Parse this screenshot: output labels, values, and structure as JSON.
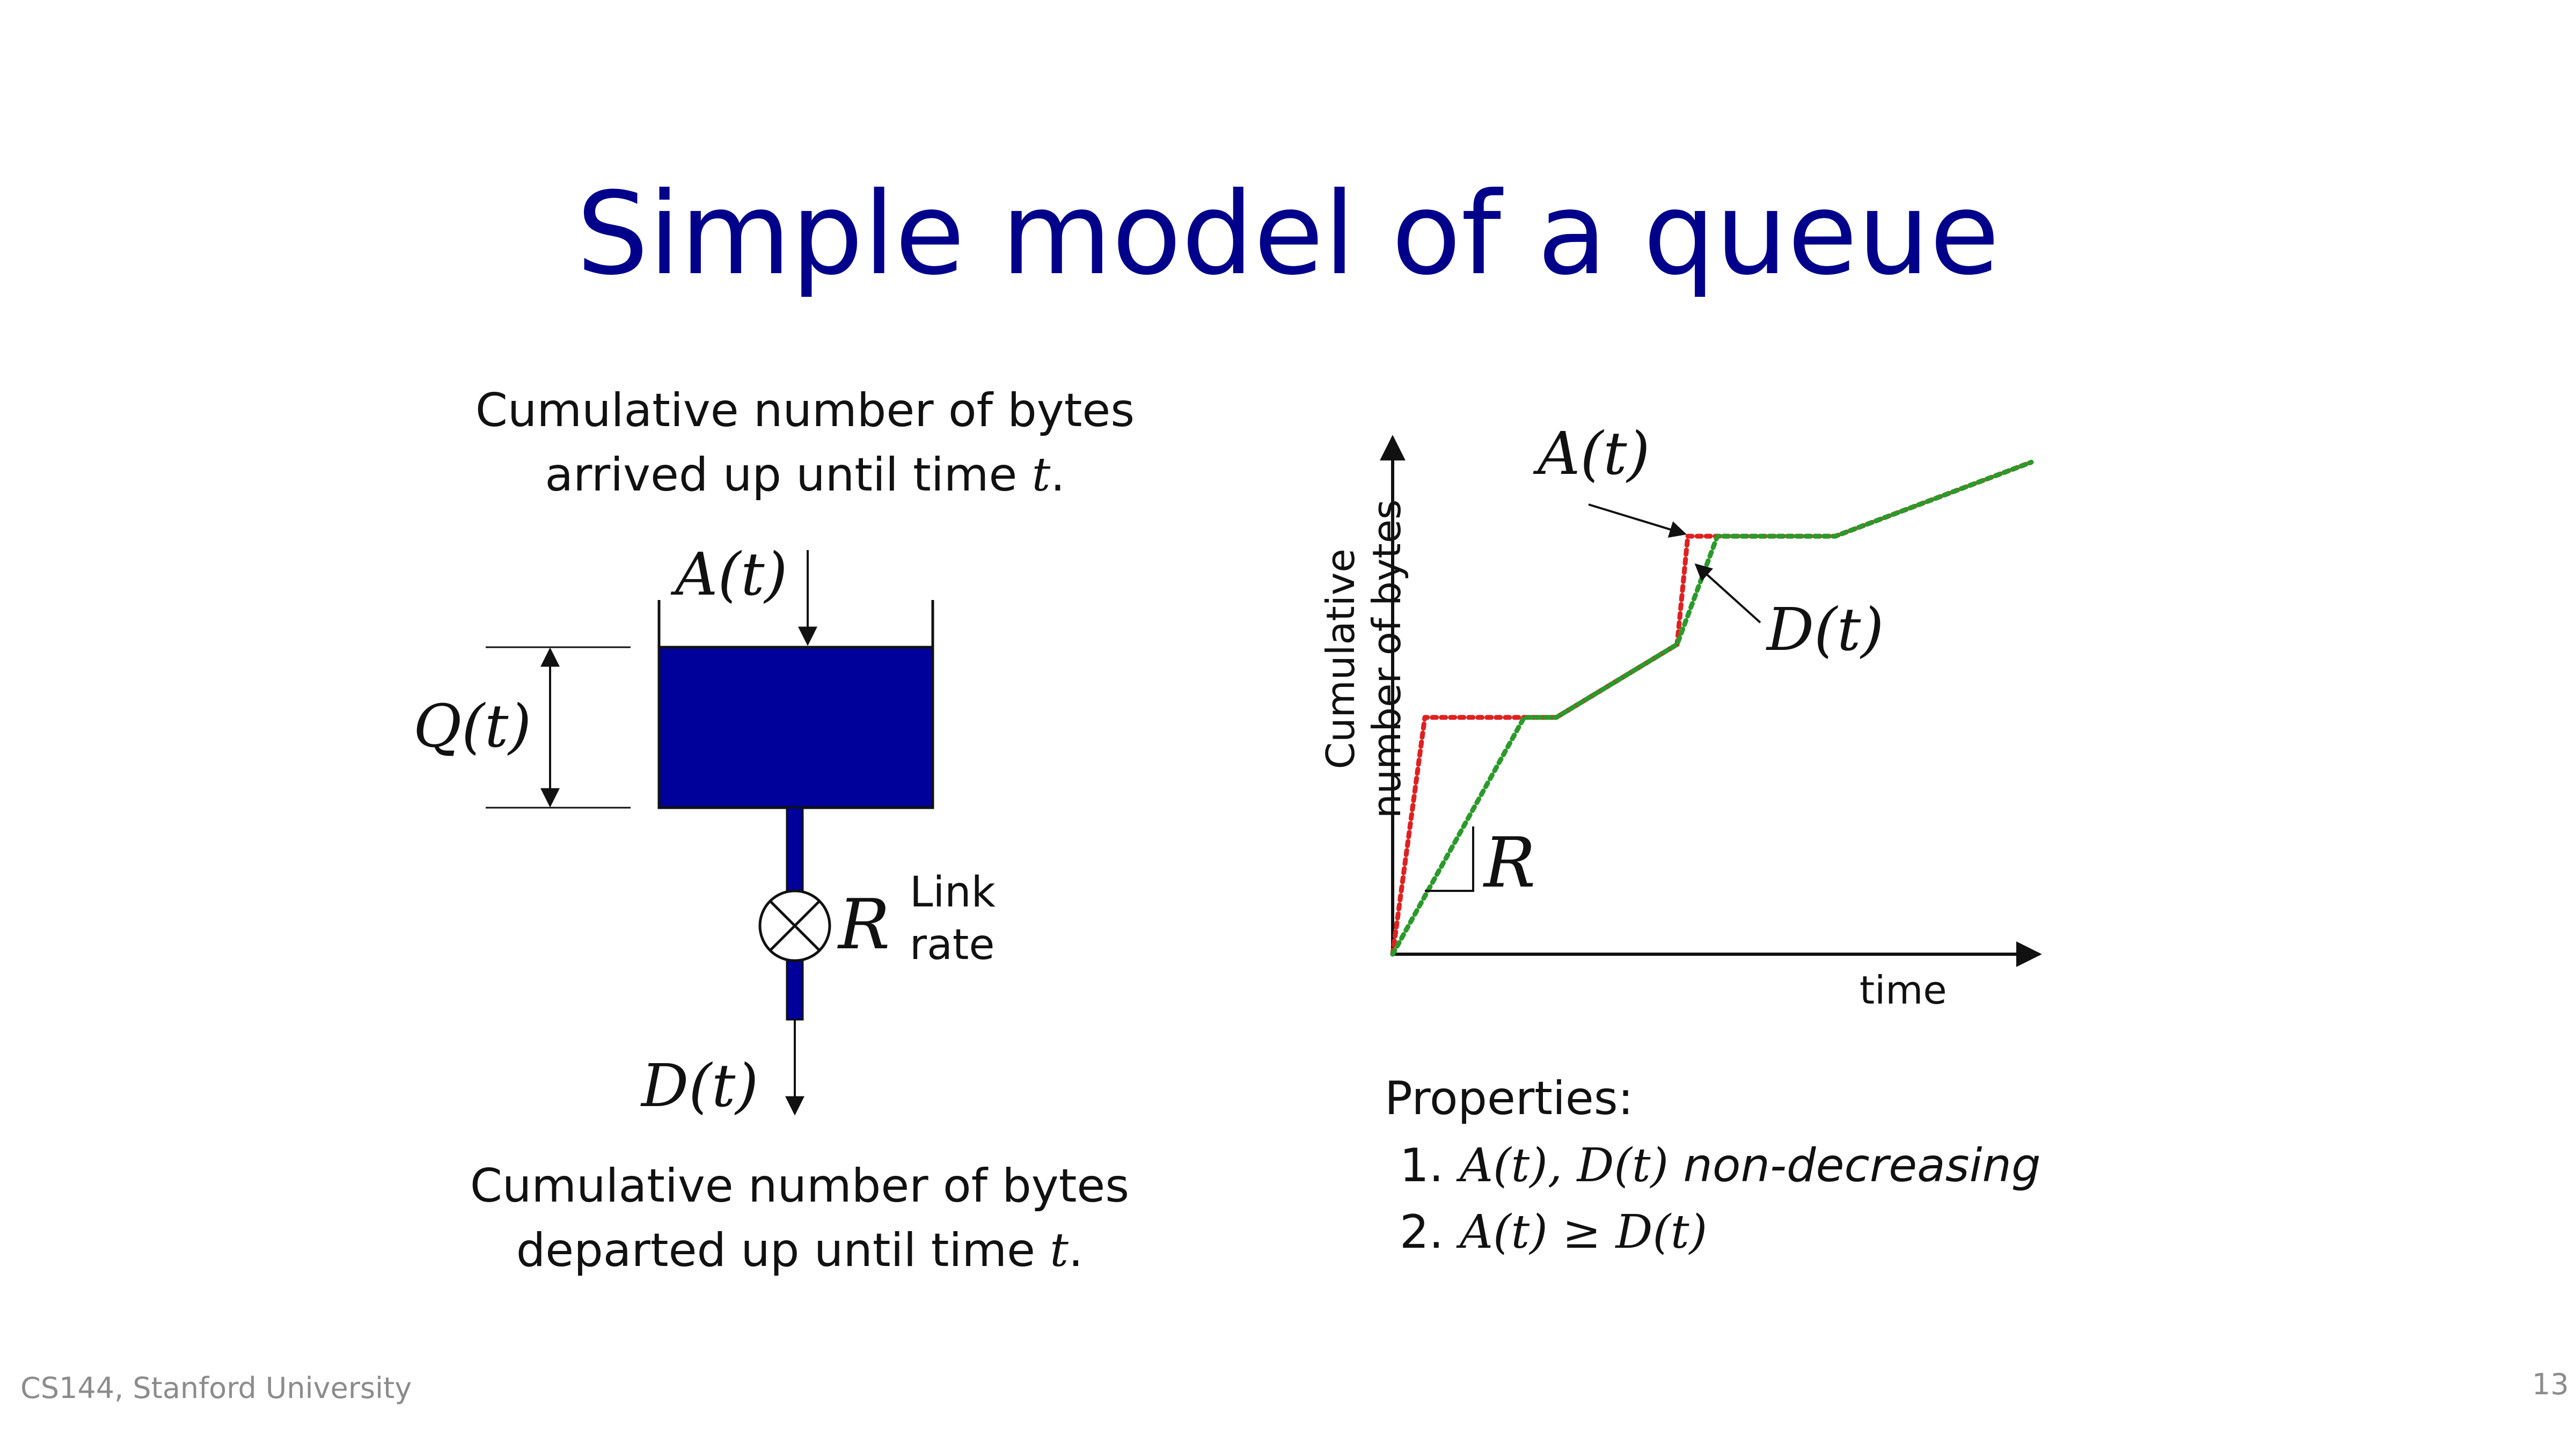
{
  "title": "Simple model of a queue",
  "arrivals_caption": {
    "line1": "Cumulative number of bytes",
    "line2_text": "arrived up until time ",
    "line2_var": "t",
    "line2_end": "."
  },
  "departures_caption": {
    "line1": "Cumulative number of bytes",
    "line2_text": "departed up until time ",
    "line2_var": "t",
    "line2_end": "."
  },
  "queue_labels": {
    "arrival": "A(t)",
    "queue": "Q(t)",
    "rate": "R",
    "link_rate_1": "Link",
    "link_rate_2": "rate",
    "departure": "D(t)"
  },
  "colors": {
    "tank": "#00009a",
    "arrivals_curve": "#e02020",
    "departures_curve": "#2a9a2a",
    "title": "#00008b"
  },
  "chart_data": {
    "type": "line",
    "xlabel": "time",
    "ylabel_line1": "Cumulative",
    "ylabel_line2": "number of bytes",
    "xlim": [
      0,
      10
    ],
    "ylim": [
      0,
      10
    ],
    "annotations": {
      "arrival": "A(t)",
      "departure": "D(t)",
      "rate": "R"
    },
    "series": [
      {
        "name": "A(t)",
        "style": "dotted",
        "color": "#e02020",
        "x": [
          0,
          0.48,
          1.96,
          2.44,
          4.24,
          4.4,
          4.84,
          6.6,
          9.52
        ],
        "y": [
          0,
          4.77,
          4.77,
          4.77,
          6.24,
          8.42,
          8.42,
          8.42,
          9.91
        ]
      },
      {
        "name": "D(t)",
        "style": "dotted",
        "color": "#2a9a2a",
        "x": [
          0,
          1.96,
          2.44,
          4.24,
          4.84,
          6.6,
          9.52
        ],
        "y": [
          0,
          4.77,
          4.77,
          6.24,
          8.42,
          8.42,
          9.91
        ]
      }
    ]
  },
  "properties": {
    "heading": "Properties:",
    "items": [
      {
        "num": "1.",
        "math": "A(t), D(t)",
        "text": " non-decreasing"
      },
      {
        "num": "2.",
        "math": "A(t) ≥ D(t)",
        "text": ""
      }
    ]
  },
  "footer": {
    "left": "CS144, Stanford University",
    "right": "13"
  }
}
